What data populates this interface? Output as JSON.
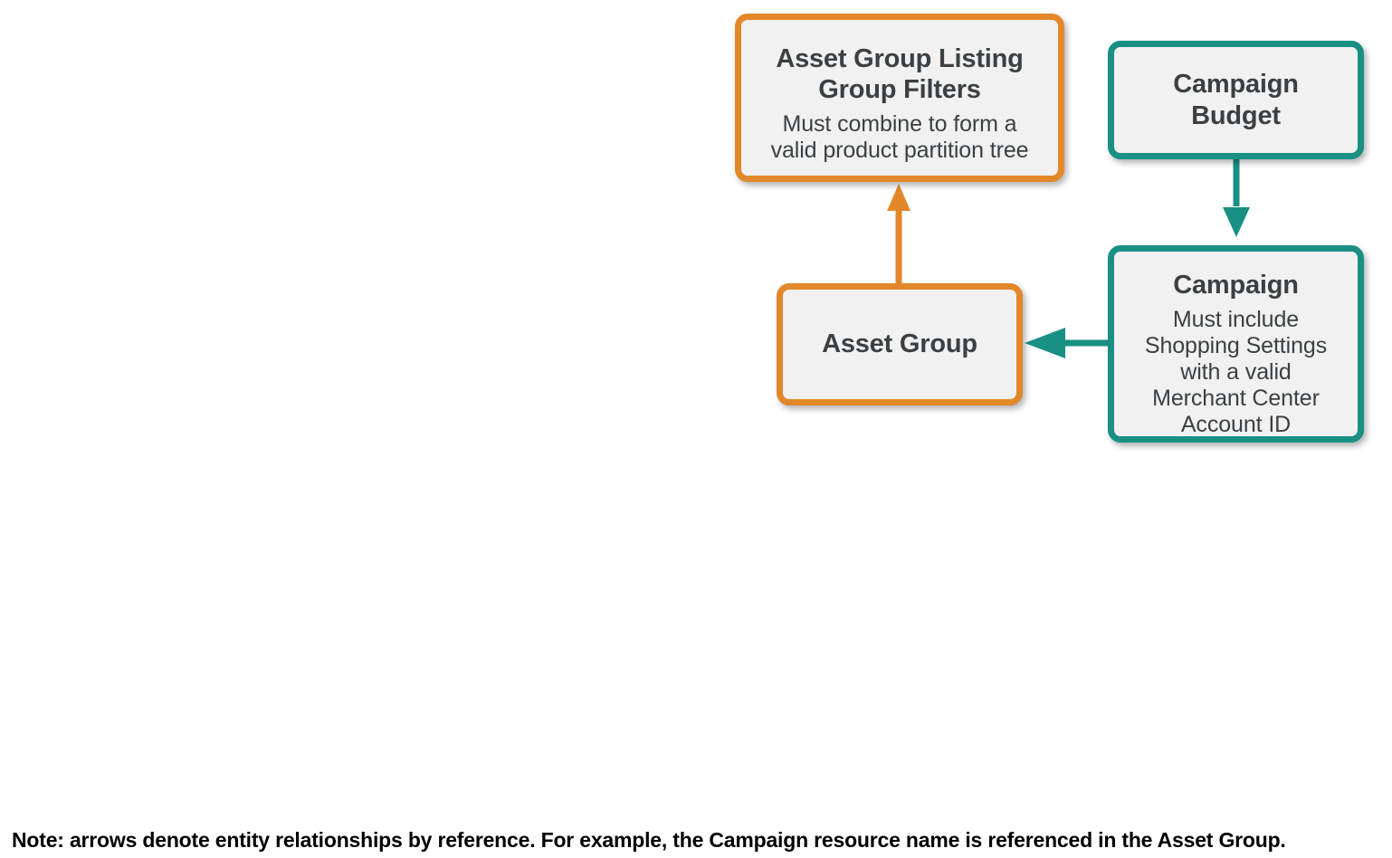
{
  "diagram": {
    "type": "entity-relationship",
    "background_color": "#ffffff",
    "palette": {
      "orange": "#e3882a",
      "teal": "#1a9084",
      "node_fill": "#f1f1f1",
      "text": "#3c4043",
      "note_text": "#000000"
    },
    "nodes": [
      {
        "id": "asset-group-listing-group-filters",
        "title": "Asset Group Listing Group Filters",
        "subtitle": "Must combine to form a valid product partition tree",
        "color": "orange"
      },
      {
        "id": "campaign-budget",
        "title": "Campaign Budget",
        "subtitle": "",
        "color": "teal"
      },
      {
        "id": "asset-group",
        "title": "Asset Group",
        "subtitle": "",
        "color": "orange"
      },
      {
        "id": "campaign",
        "title": "Campaign",
        "subtitle": "Must include Shopping Settings with a valid Merchant Center Account ID",
        "color": "teal"
      }
    ],
    "edges": [
      {
        "id": "asset-group-to-listing-group-filters",
        "from": "asset-group",
        "to": "asset-group-listing-group-filters",
        "direction": "up",
        "color": "orange"
      },
      {
        "id": "campaign-budget-to-campaign",
        "from": "campaign-budget",
        "to": "campaign",
        "direction": "down",
        "color": "teal"
      },
      {
        "id": "campaign-to-asset-group",
        "from": "campaign",
        "to": "asset-group",
        "direction": "left",
        "color": "teal"
      }
    ]
  },
  "footer": {
    "note": "Note: arrows denote entity relationships by reference. For example, the Campaign resource name is referenced in the Asset Group."
  }
}
